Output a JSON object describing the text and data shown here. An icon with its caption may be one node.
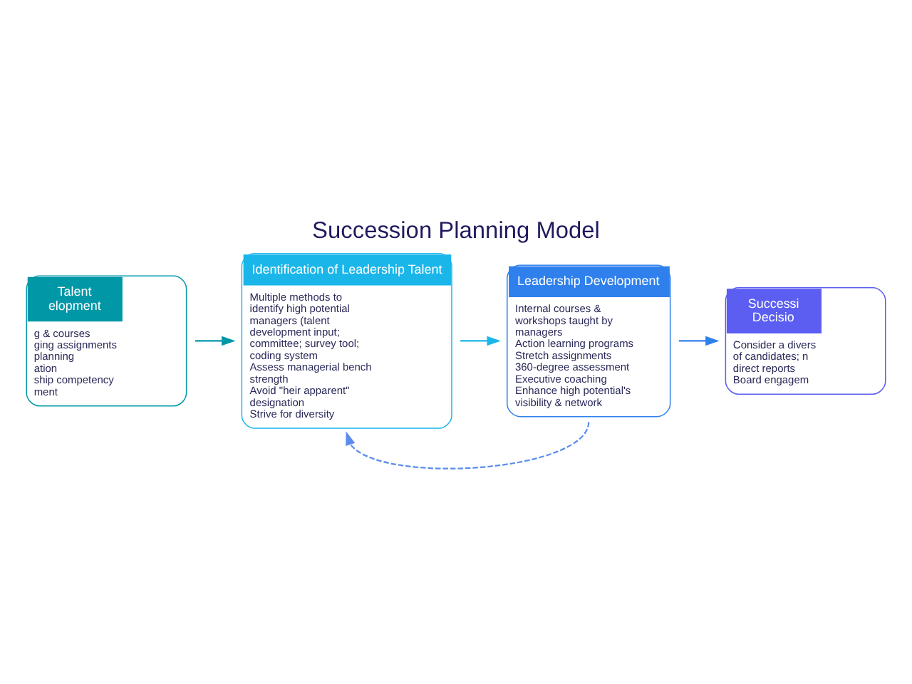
{
  "diagram": {
    "title": "Succession Planning Model",
    "nodes": [
      {
        "text": [
          "Talent",
          "elopment",
          "g & courses",
          "ging assignments",
          "planning",
          "ation",
          "ship competency",
          "ment"
        ]
      },
      {
        "text": [
          "Identification of Leadership Talent",
          "Multiple methods to identify high potential managers (talent development input; committee; survey tool; coding system",
          "Assess managerial bench strength",
          "Avoid \"heir apparent\" designation",
          "Strive for diversity"
        ]
      },
      {
        "text": [
          "Leadership Development",
          "Internal courses & workshops taught by managers",
          "Action learning programs",
          "Stretch assignments",
          "360-degree assessment",
          "Executive coaching",
          "Enhance high potential's visibility & network"
        ]
      },
      {
        "text": [
          "Successi",
          "Decisio",
          "Consider a divers",
          "of candidates; n",
          "direct reports",
          "Board engagem"
        ]
      }
    ],
    "edges": [
      {
        "from": 0,
        "to": 1,
        "arrow": "to",
        "color": "#0097a7"
      },
      {
        "from": 1,
        "to": 2,
        "arrow": "to",
        "color": "#1ab6ea"
      },
      {
        "from": 2,
        "to": 3,
        "arrow": "to",
        "color": "#2f80ed"
      },
      {
        "from": 2,
        "to": 1,
        "arrow": "to",
        "style": "dashed",
        "color": "#5b8def"
      }
    ]
  }
}
